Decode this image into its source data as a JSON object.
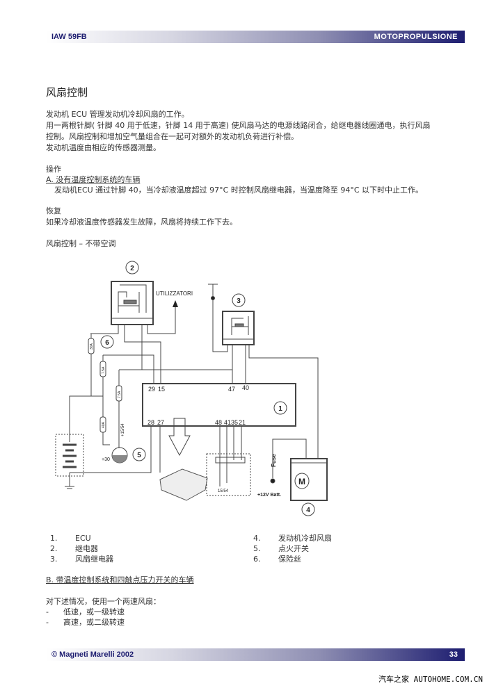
{
  "header": {
    "left": "IAW 59FB",
    "right": "MOTOPROPULSIONE"
  },
  "title": "风扇控制",
  "intro": [
    "发动机 ECU 管理发动机冷却风扇的工作。",
    "用一两根针脚( 针脚 40 用于低速，针脚 14 用于高速) 使风扇马达的电源线路闭合，给继电器线圈通电，执行风扇",
    "控制。风扇控制和增加空气量组合在一起可对额外的发动机负荷进行补偿。",
    "发动机温度由相应的传感器测量。"
  ],
  "operation": {
    "heading": "操作",
    "sub_a": "A.  没有温度控制系统的车辆",
    "text_a": "发动机ECU 通过针脚 40，当冷却液温度超过 97°C 时控制风扇继电器，当温度降至 94°C 以下时中止工作。"
  },
  "recovery": {
    "heading": "恢复",
    "text": "如果冷却液温度传感器发生故障，风扇将持续工作下去。"
  },
  "diagram_title": "风扇控制 – 不带空调",
  "diagram": {
    "callouts": [
      "1",
      "2",
      "3",
      "4",
      "5",
      "6"
    ],
    "utilizzatori": "UTILIZZATORI",
    "ecu_pins_top": [
      "29",
      "15",
      "47",
      "40"
    ],
    "ecu_pins_bottom": [
      "28",
      "27",
      "48",
      "41",
      "35",
      "21"
    ],
    "fuses": [
      "30A",
      "7.5A",
      "40A",
      "7.5A"
    ],
    "plus30": "+30",
    "plus1554": "+15/54",
    "switch_label": "15/54",
    "fuse_label": "Fuse",
    "batt": "+12V Batt.",
    "motor": "M"
  },
  "legend": [
    {
      "num": "1.",
      "label": "ECU"
    },
    {
      "num": "2.",
      "label": "继电器"
    },
    {
      "num": "3.",
      "label": "风扇继电器"
    },
    {
      "num": "4.",
      "label": "发动机冷却风扇"
    },
    {
      "num": "5.",
      "label": "点火开关"
    },
    {
      "num": "6.",
      "label": "保险丝"
    }
  ],
  "section_b": {
    "heading": "B.  带温度控制系统和四触点压力开关的车辆",
    "text": "对下述情况，使用一个两速风扇：",
    "items": [
      {
        "dash": "-",
        "text": "低速，或一级转速"
      },
      {
        "dash": "-",
        "text": "高速，或二级转速"
      }
    ]
  },
  "footer": {
    "left": "© Magneti Marelli 2002",
    "page": "33"
  },
  "watermark": "汽车之家 AUTOHOME.COM.CN"
}
